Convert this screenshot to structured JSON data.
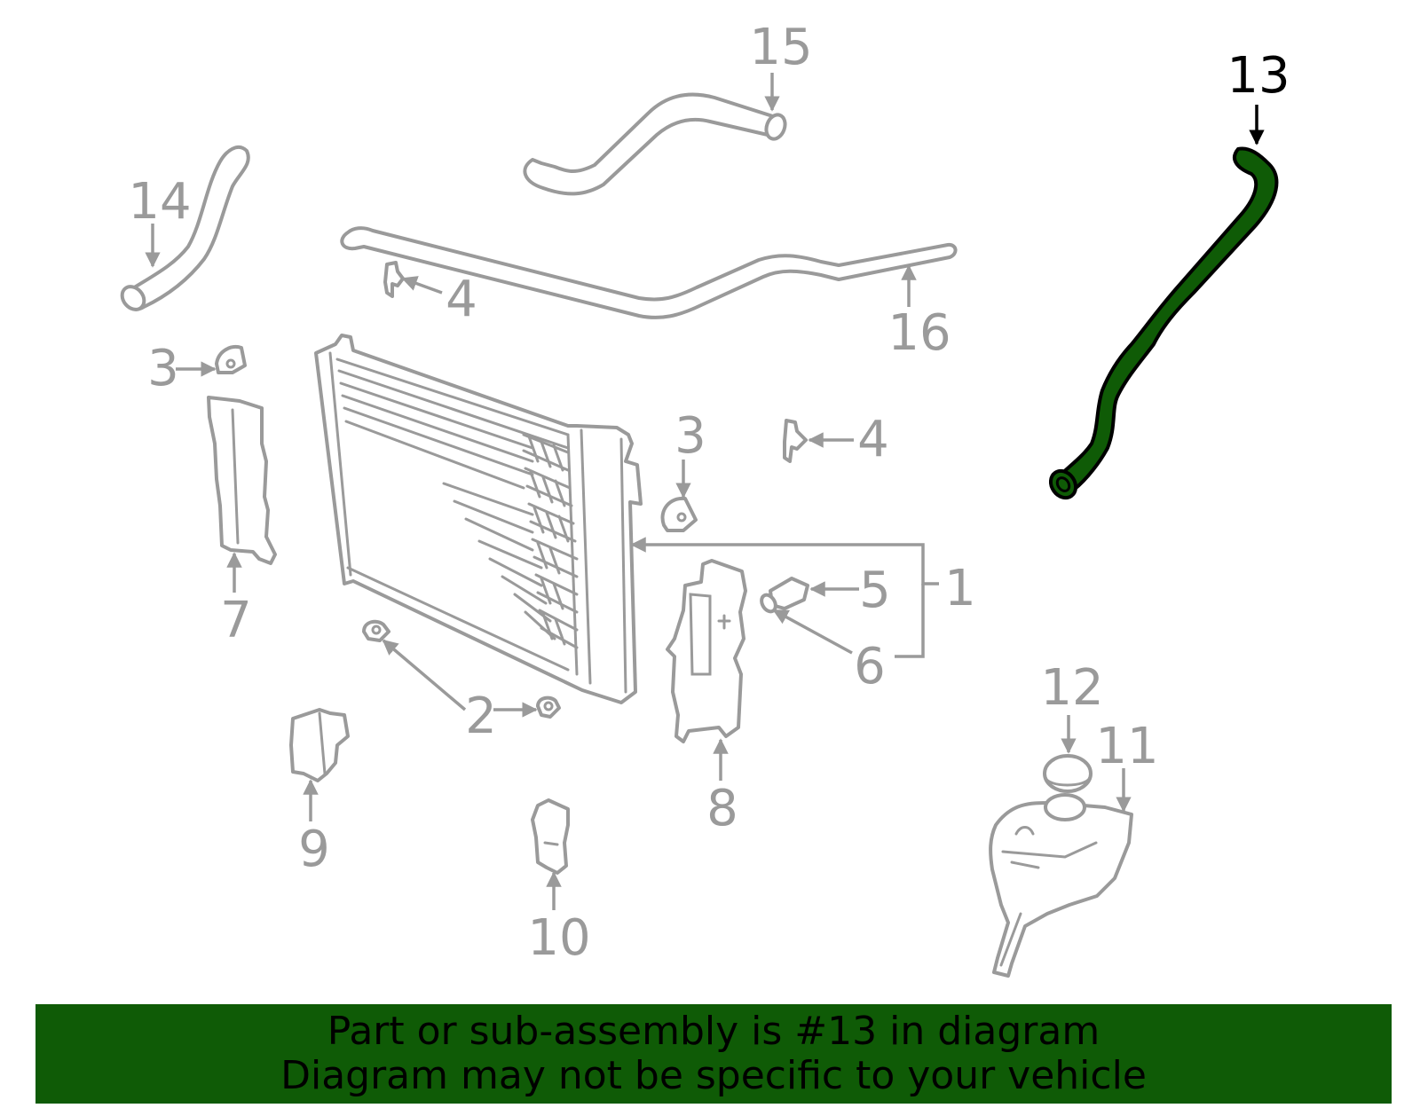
{
  "highlight_color": "#0f5b06",
  "label_color": "#9a9a9a",
  "highlighted_part": "13",
  "labels": {
    "l1": "1",
    "l2": "2",
    "l3a": "3",
    "l3b": "3",
    "l4a": "4",
    "l4b": "4",
    "l5": "5",
    "l6": "6",
    "l7": "7",
    "l8": "8",
    "l9": "9",
    "l10": "10",
    "l11": "11",
    "l12": "12",
    "l13": "13",
    "l14": "14",
    "l15": "15",
    "l16": "16"
  },
  "banner": {
    "line1": "Part or sub-assembly is #13 in diagram",
    "line2": "Diagram may not be specific to your vehicle"
  }
}
